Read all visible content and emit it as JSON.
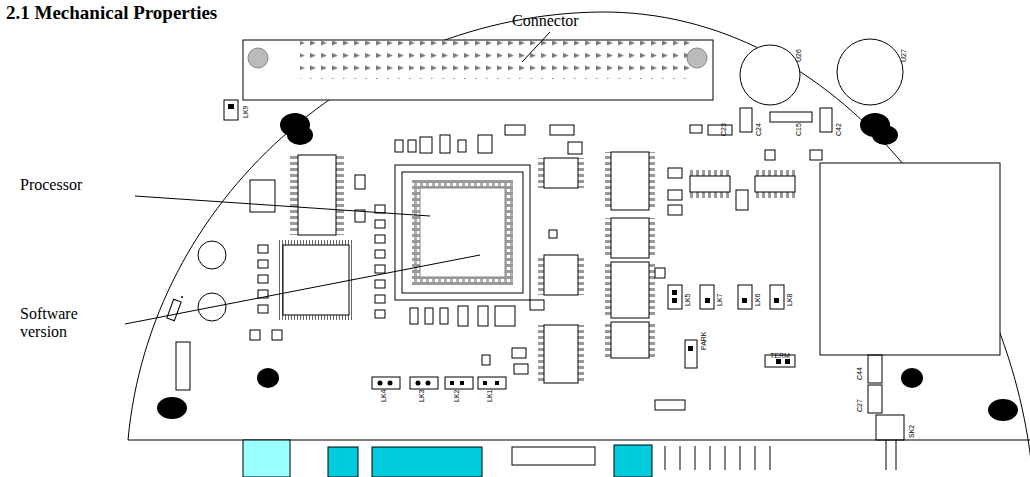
{
  "diagram": {
    "title": "2.1 Mechanical Properties",
    "labels": [
      "Connector",
      "Processor",
      "Software version",
      "LK9",
      "U26",
      "U27",
      "C23",
      "C24",
      "C15",
      "C42",
      "LK5",
      "LK7",
      "LK6",
      "LK8",
      "PARK",
      "TERM",
      "LK4",
      "LK3",
      "LK2",
      "LK1",
      "C44",
      "C27",
      "SK2"
    ]
  }
}
